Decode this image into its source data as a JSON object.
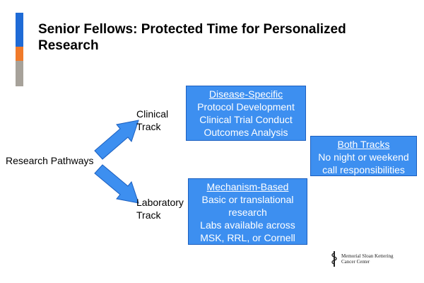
{
  "slide": {
    "title": "Senior Fellows: Protected Time for Personalized Research",
    "colors": {
      "accent_blue": "#1f6bd6",
      "accent_orange": "#f07a2a",
      "accent_gray": "#a7a29a",
      "box_fill": "#3d8ff0",
      "arrow_fill": "#3d8ff0"
    }
  },
  "diagram": {
    "root_label": "Research Pathways",
    "clinical_track": [
      "Clinical",
      "Track"
    ],
    "laboratory_track": [
      "Laboratory",
      "Track"
    ],
    "disease_box": {
      "heading": "Disease-Specific",
      "lines": [
        "Protocol Development",
        "Clinical Trial Conduct",
        "Outcomes Analysis"
      ]
    },
    "mechanism_box": {
      "heading": "Mechanism-Based",
      "lines": [
        "Basic or translational",
        "research",
        "Labs available across",
        "MSK, RRL, or Cornell"
      ]
    },
    "both_box": {
      "heading": "Both Tracks",
      "lines": [
        "No night or weekend",
        "call responsibilities"
      ]
    }
  },
  "logo": {
    "icon": "msk-logo-icon",
    "lines": [
      "Memorial Sloan Kettering",
      "Cancer Center"
    ]
  }
}
